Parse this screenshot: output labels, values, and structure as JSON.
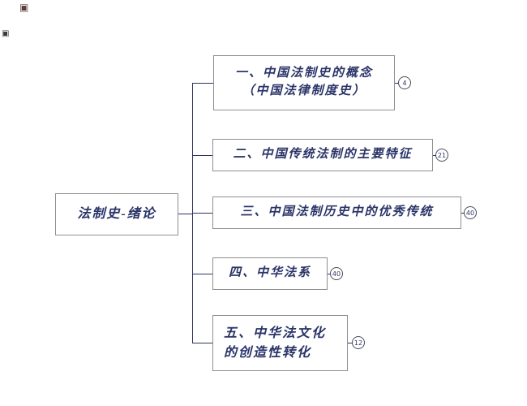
{
  "diagram": {
    "type": "mindmap-tree",
    "root": {
      "label": "法制史-绪论"
    },
    "branches": [
      {
        "line1": "一、中国法制史的概念",
        "line2": "（中国法律制度史）",
        "badge": "4"
      },
      {
        "line1": "二、中国传统法制的主要特征",
        "line2": "",
        "badge": "21"
      },
      {
        "line1": "三、中国法制历史中的优秀传统",
        "line2": "",
        "badge": "40"
      },
      {
        "line1": "四、中华法系",
        "line2": "",
        "badge": "40"
      },
      {
        "line1": "五、中华法文化",
        "line2": "的创造性转化",
        "badge": "12"
      }
    ]
  },
  "corner_icons": [
    {
      "glyph": "▣"
    },
    {
      "glyph": "▣"
    }
  ],
  "colors": {
    "text": "#2a3468",
    "line": "#2e3560",
    "box_border": "#8f8f8f",
    "background": "#ffffff"
  }
}
